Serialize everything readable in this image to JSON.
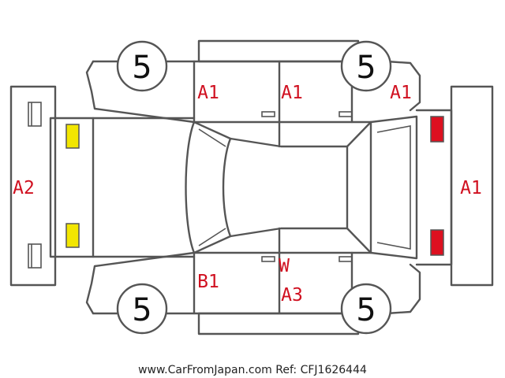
{
  "colors": {
    "outline": "#555555",
    "damage_code": "#d01020",
    "light_front": "#f2e600",
    "light_rear": "#dd1020"
  },
  "tires": {
    "front_left": "5",
    "rear_left": "5",
    "front_right": "5",
    "rear_right": "5"
  },
  "codes": {
    "front_bumper": "A2",
    "rear_bumper": "A1",
    "front_left_door_top": "A1",
    "rear_left_door_top": "A1",
    "rear_quarter_top": "A1",
    "front_fender_bottom": "B1",
    "rear_door_bottom_w": "W",
    "rear_door_bottom_a3": "A3"
  },
  "footer": "www.CarFromJapan.com Ref: CFJ1626444"
}
